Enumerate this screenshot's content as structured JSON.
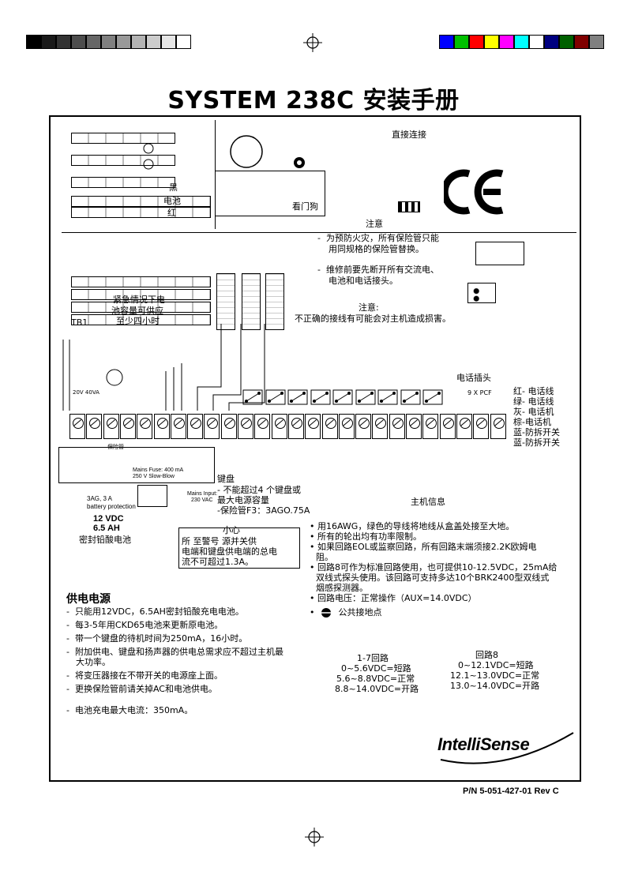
{
  "header": {
    "title": "SYSTEM 238C 安装手册",
    "grey_swatches": [
      "#000000",
      "#1a1a1a",
      "#333333",
      "#4d4d4d",
      "#666666",
      "#808080",
      "#999999",
      "#b3b3b3",
      "#cccccc",
      "#e6e6e6",
      "#ffffff"
    ],
    "color_swatches": [
      "#0000ff",
      "#00c000",
      "#ff0000",
      "#ffff00",
      "#ff00ff",
      "#00ffff",
      "#ffffff",
      "#000080",
      "#006000",
      "#800000",
      "#808080"
    ]
  },
  "panel": {
    "direct_connect": "直接连接",
    "battery_black": "黑",
    "battery_label": "电池",
    "battery_red": "红",
    "watchdog": "看门狗",
    "caution": "注意",
    "fuse_note_1": "为预防火灾，所有保险管只能",
    "fuse_note_2": "用同规格的保险管替换。",
    "maint_note_1": "维修前要先断开所有交流电、",
    "maint_note_2": "电池和电话接头。",
    "caution2_title": "注意:",
    "caution2_text": "不正确的接线有可能会对主机造成损害。",
    "emergency_1": "紧急情况下电",
    "emergency_2": "池容量可供应",
    "emergency_3": "至少四小时",
    "tb1": "TB1",
    "phone_jack": "电话插头",
    "phone_jack_model": "9 X PCF",
    "wire_1": "红- 电话线",
    "wire_2": "绿- 电话线",
    "wire_3": "灰- 电话机",
    "wire_4": "棕-电话机",
    "wire_5": "蓝-防拆开关",
    "wire_6": "蓝-防拆开关",
    "protector": "保险管",
    "mains_fuse_1": "Mains Fuse: 400 mA",
    "mains_fuse_2": "250 V Slow-Blow",
    "mains_input_1": "Mains Input:",
    "mains_input_2": "230 VAC",
    "battery_prot_1": "3AG, 3 A",
    "battery_prot_2": "battery protection",
    "battery_volt": "12 VDC",
    "battery_ah": "6.5 AH",
    "sealed_battery": "密封铅酸电池",
    "keypad_title": "键盘",
    "keypad_1": "- 不能超过4 个键盘或",
    "keypad_2": "最大电源容量",
    "keypad_3": "-保险管F3：3AGO.75A",
    "small_title": "小心",
    "small_1": "所     至警号    源并关供",
    "small_2": "电端和键盘供电端的总电",
    "small_3": "流不可超过1.3A。",
    "panel_info_title": "主机信息",
    "info_1": "用16AWG，绿色的导线将地线从盒盖处接至大地。",
    "info_2": "所有的轮出均有功率限制。",
    "info_3a": "如果回路EOL或监察回路，所有回路末端须接2.2K欧姆电",
    "info_3b": "阻。",
    "info_4a": "回路8可作为标准回路使用，也可提供10-12.5VDC，25mA给",
    "info_4b": "双线式探头使用。该回路可支持多达10个BRK2400型双线式",
    "info_4c": "烟感探测器。",
    "info_5": "回路电压：正常操作（AUX=14.0VDC）",
    "info_6": "公共接地点",
    "loop17_title": "1-7回路",
    "loop17_1": "0~5.6VDC=短路",
    "loop17_2": "5.6~8.8VDC=正常",
    "loop17_3": "8.8~14.0VDC=开路",
    "loop8_title": "回路8",
    "loop8_1": "0~12.1VDC=短路",
    "loop8_2": "12.1~13.0VDC=正常",
    "loop8_3": "13.0~14.0VDC=开路",
    "ps_title": "供电电源",
    "ps_1": "只能用12VDC，6.5AH密封铅酸充电电池。",
    "ps_2": "每3-5年用CKD65电池来更新原电池。",
    "ps_3": "带一个键盘的待机时间为250mA，16小时。",
    "ps_4a": "附加供电、键盘和扬声器的供电总需求应不超过主机最",
    "ps_4b": "大功率。",
    "ps_5": "将变压器接在不带开关的电源座上面。",
    "ps_6": "更换保险管前请关掉AC和电池供电。",
    "ps_7": "电池充电最大电流：350mA。",
    "logo": "IntelliSense",
    "trans_label": "20V 40VA"
  },
  "footer": {
    "part_number": "P/N 5-051-427-01  Rev C"
  }
}
